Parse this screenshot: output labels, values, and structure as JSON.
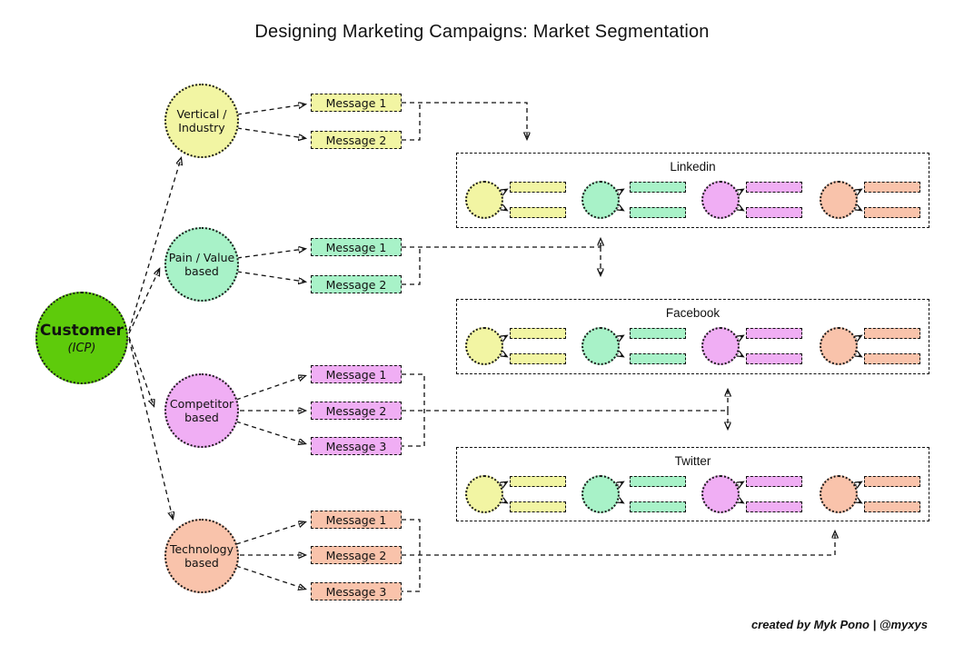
{
  "title": "Designing Marketing Campaigns: Market Segmentation",
  "credit": "created by Myk Pono | @myxys",
  "customer": {
    "label": "Customer",
    "sublabel": "(ICP)"
  },
  "segments": [
    {
      "id": "vertical-industry",
      "label_line1": "Vertical /",
      "label_line2": "Industry",
      "color": "#f2f5a3",
      "messages": [
        "Message 1",
        "Message 2"
      ]
    },
    {
      "id": "pain-value-based",
      "label_line1": "Pain / Value",
      "label_line2": "based",
      "color": "#a8f2c8",
      "messages": [
        "Message 1",
        "Message 2"
      ]
    },
    {
      "id": "competitor-based",
      "label_line1": "Competitor",
      "label_line2": "based",
      "color": "#f0aef4",
      "messages": [
        "Message 1",
        "Message 2",
        "Message 3"
      ]
    },
    {
      "id": "technology-based",
      "label_line1": "Technology",
      "label_line2": "based",
      "color": "#f9c3ab",
      "messages": [
        "Message 1",
        "Message 2",
        "Message 3"
      ]
    }
  ],
  "channels": [
    {
      "name": "Linkedin"
    },
    {
      "name": "Facebook"
    },
    {
      "name": "Twitter"
    }
  ],
  "colors": {
    "customer_green": "#5ecb0b",
    "segment_yellow": "#f2f5a3",
    "segment_mint": "#a8f2c8",
    "segment_purple": "#f0aef4",
    "segment_salmon": "#f9c3ab",
    "connector": "#111111",
    "background": "#ffffff"
  }
}
